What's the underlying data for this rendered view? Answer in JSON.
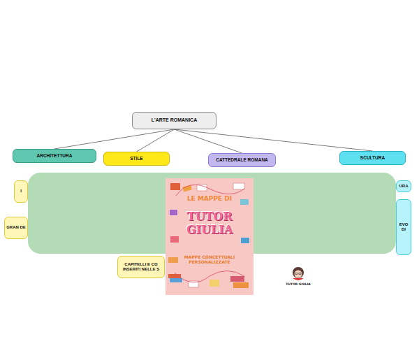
{
  "diagram": {
    "nodes": [
      {
        "text": [
          "L'ARTE ROMANICA"
        ]
      },
      {
        "text": [
          "ARCHITETTURA"
        ]
      },
      {
        "text": [
          "STILE"
        ]
      },
      {
        "text": [
          "CATTEDRALE ROMANA"
        ]
      },
      {
        "text": [
          "SCULTURA"
        ]
      },
      {
        "text": [
          "I"
        ]
      },
      {
        "text": [
          "GRAN DE"
        ]
      },
      {
        "text": [
          "URA"
        ]
      },
      {
        "text": [
          "EVO DI"
        ]
      },
      {
        "text": [
          "CAPITELLI E CO INSERITI NELLE S"
        ]
      }
    ],
    "edges": [
      {
        "from": 0,
        "to": 1,
        "arrow": "none"
      },
      {
        "from": 0,
        "to": 2,
        "arrow": "none"
      },
      {
        "from": 0,
        "to": 3,
        "arrow": "none"
      },
      {
        "from": 0,
        "to": 4,
        "arrow": "none"
      }
    ],
    "labels": [
      "LE MAPPE DI",
      "TUTOR GIULIA",
      "MAPPE CONCETTUALI PERSONALIZZATE",
      "TUTOR GIULIA"
    ]
  }
}
